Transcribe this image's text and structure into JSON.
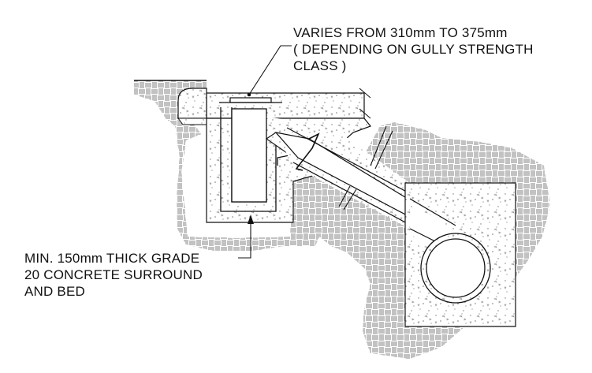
{
  "annotations": {
    "top_note": {
      "lines": [
        "VARIES FROM 310mm TO 375mm",
        "( DEPENDING ON GULLY STRENGTH",
        "CLASS )"
      ]
    },
    "bottom_note": {
      "lines": [
        "MIN. 150mm THICK GRADE",
        "20 CONCRETE SURROUND",
        "AND BED"
      ]
    }
  },
  "colors": {
    "line": "#111111",
    "hatch": "#555555",
    "concrete_fill": "#ffffff",
    "background": "#ffffff"
  }
}
